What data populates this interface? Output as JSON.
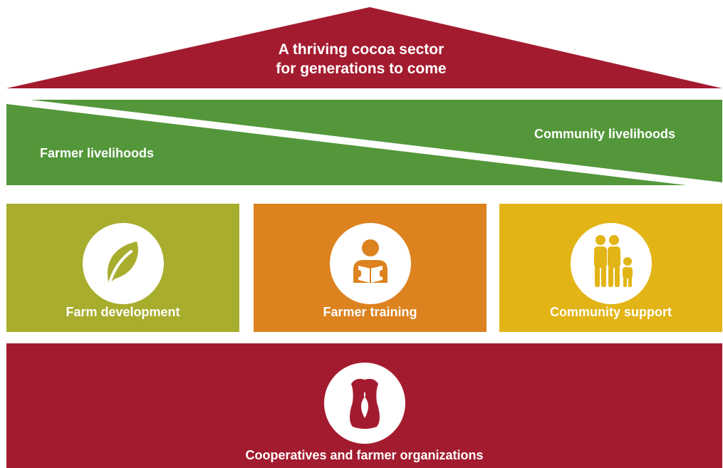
{
  "colors": {
    "roof": "#a31b2f",
    "band": "#53973a",
    "farm_development": "#a8ad2e",
    "farmer_training": "#dc821f",
    "community_support": "#e2b416",
    "foundation": "#a31b2f"
  },
  "roof": {
    "line1": "A thriving cocoa sector",
    "line2": "for generations to come"
  },
  "band": {
    "left_label": "Farmer livelihoods",
    "right_label": "Community livelihoods"
  },
  "pillars": [
    {
      "label": "Farm development",
      "icon": "leaf-icon"
    },
    {
      "label": "Farmer training",
      "icon": "reader-icon"
    },
    {
      "label": "Community support",
      "icon": "family-icon"
    }
  ],
  "foundation": {
    "label": "Cooperatives and farmer organizations",
    "icon": "cocoa-sack-icon"
  }
}
